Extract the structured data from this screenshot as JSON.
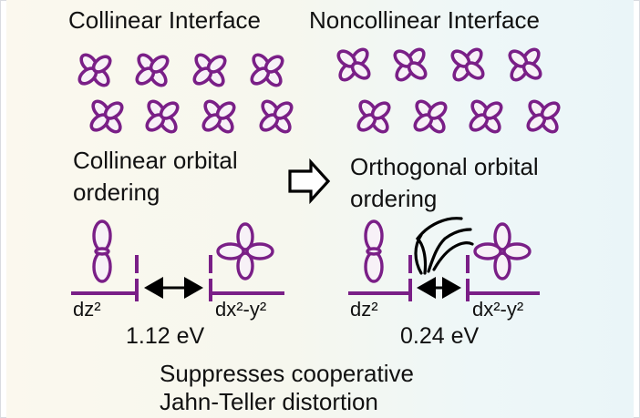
{
  "colors": {
    "orbital": "#7a1f87",
    "orbital_fill": "#f7f1f7",
    "level": "#7a1f87",
    "arrow": "#000000",
    "text": "#111111"
  },
  "icons": [
    "d-orbital-icon",
    "dz2-orbital-icon",
    "dx2-y2-orbital-icon",
    "open-right-arrow-icon",
    "double-arrow-icon",
    "twisted-bond-icon"
  ],
  "left": {
    "title": "Collinear Interface",
    "ordering_line1": "Collinear orbital",
    "ordering_line2": "ordering",
    "level_left": "dz²",
    "level_right": "dx²-y²",
    "gap": "1.12 eV"
  },
  "right": {
    "title": "Noncollinear Interface",
    "ordering_line1": "Orthogonal orbital",
    "ordering_line2": "ordering",
    "level_left": "dz²",
    "level_right": "dx²-y²",
    "gap": "0.24 eV"
  },
  "bottom": {
    "line1": "Suppresses cooperative",
    "line2": "Jahn-Teller distortion"
  }
}
